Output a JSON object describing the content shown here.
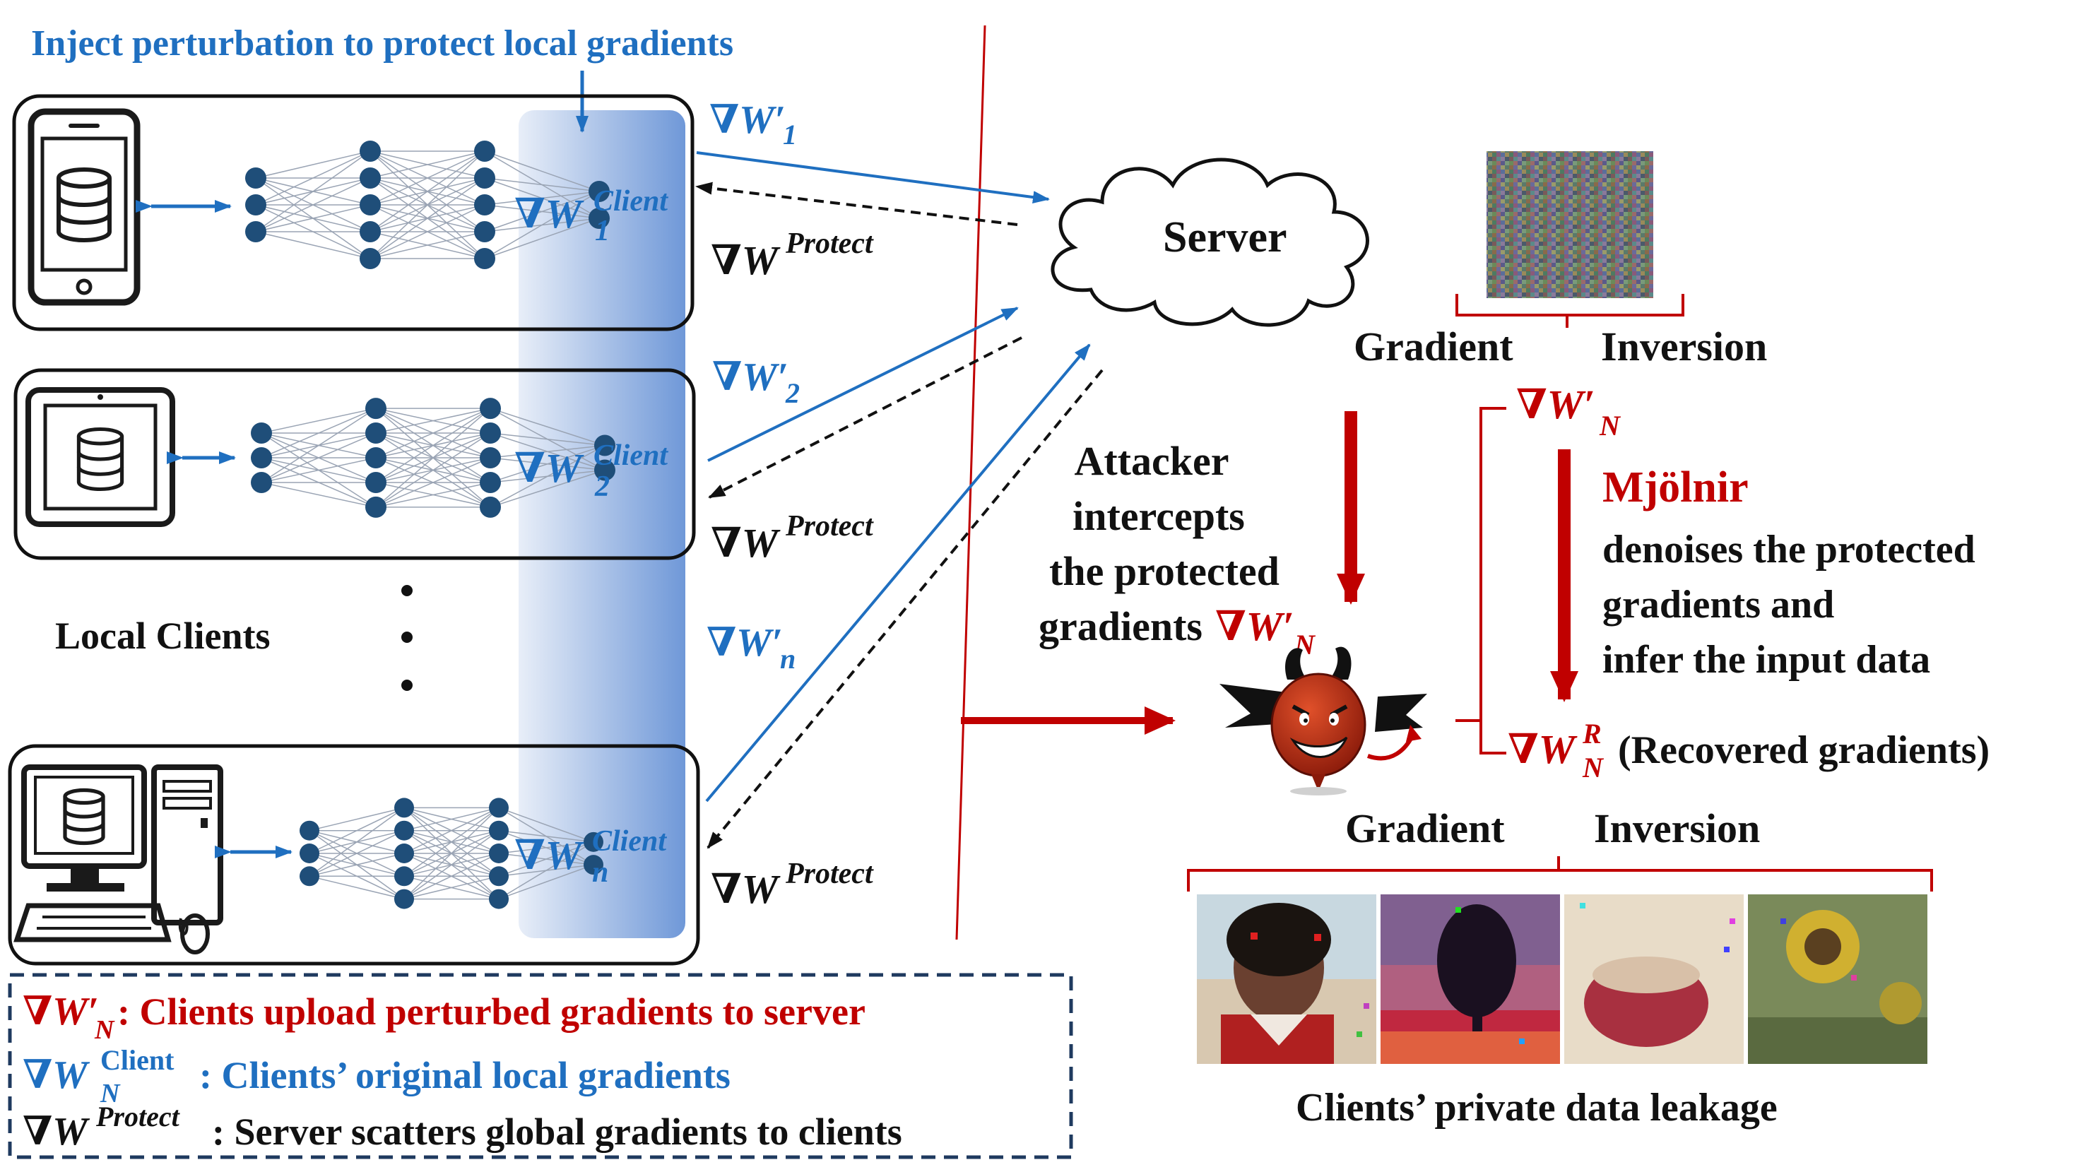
{
  "colors": {
    "blue": "#1f6fc0",
    "red": "#c00000",
    "black": "#111111",
    "node": "#1f4e79",
    "dashed_box": "#1f3a5f"
  },
  "header": {
    "inject_label": "Inject perturbation to protect local gradients"
  },
  "clients": {
    "device_icons": [
      "smartphone-icon",
      "tablet-icon",
      "desktop-computer-icon"
    ],
    "local_clients_label": "Local Clients",
    "client_grad_symbol": "∇W",
    "client_grad_sup": "Client",
    "indices": [
      "1",
      "2",
      "n"
    ]
  },
  "uploads": {
    "symbol": "∇W",
    "prime": "′",
    "indices": [
      "1",
      "2",
      "n"
    ]
  },
  "protect": {
    "symbol": "∇W",
    "sup": "Protect"
  },
  "server": {
    "label": "Server"
  },
  "inversion_top": {
    "left": "Gradient",
    "right": "Inversion"
  },
  "attacker": {
    "lines": [
      "Attacker",
      "intercepts",
      "the protected",
      "gradients"
    ],
    "symbol": "∇W",
    "prime": "′",
    "sub": "N"
  },
  "mjolnir": {
    "title": "Mjölnir",
    "desc": [
      "denoises the protected",
      "gradients and",
      "infer the input data"
    ]
  },
  "perturbed_symbol": {
    "symbol": "∇W",
    "prime": "′",
    "sub": "N"
  },
  "recovered": {
    "symbol": "∇W",
    "sup": "R",
    "sub": "N",
    "label": "(Recovered gradients)"
  },
  "inversion_bottom": {
    "left": "Gradient",
    "right": "Inversion"
  },
  "leaked_images": [
    "child-portrait-image",
    "tree-sunset-image",
    "apple-image",
    "sunflower-image"
  ],
  "leakage_label": "Clients’ private data leakage",
  "legend": {
    "row1": {
      "symbol": "∇W",
      "prime": "′",
      "sub": "N",
      "text": ": Clients upload perturbed gradients to server"
    },
    "row2": {
      "symbol": "∇W",
      "sup": "Client",
      "sub": "N",
      "text": ":  Clients’ original local gradients"
    },
    "row3": {
      "symbol": "∇W",
      "sup": "Protect",
      "text": ":  Server scatters global gradients to clients"
    }
  }
}
